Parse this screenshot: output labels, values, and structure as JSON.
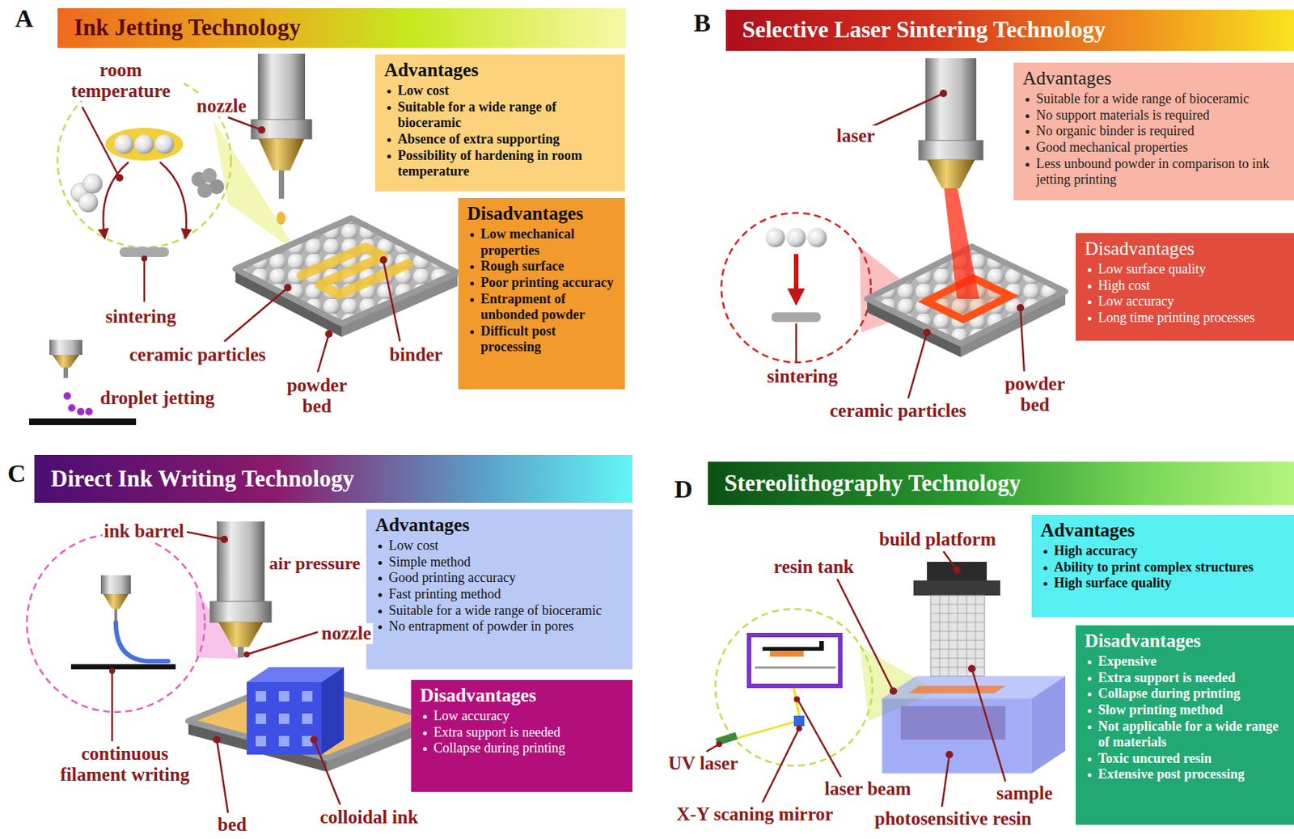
{
  "diagram": {
    "nodes": [
      {
        "text": [
          "Ink Jetting Technology"
        ]
      },
      {
        "text": [
          "Advantages",
          "Low cost",
          "Suitable for a wide range of bioceramic",
          "Absence of extra supporting",
          "Possibility of hardening in room temperature"
        ]
      },
      {
        "text": [
          "Disadvantages",
          "Low mechanical properties",
          "Rough surface",
          "Poor printing accuracy",
          "Entrapment of unbonded powder",
          "Difficult post processing"
        ]
      },
      {
        "text": [
          "Selective Laser Sintering Technology"
        ]
      },
      {
        "text": [
          "Advantages",
          "Suitable for a wide range of bioceramic",
          "No support materials is required",
          "No organic binder is required",
          "Good mechanical properties",
          "Less unbound powder in comparison to ink jetting printing"
        ]
      },
      {
        "text": [
          "Disadvantages",
          "Low surface quality",
          "High cost",
          "Low accuracy",
          "Long time printing processes"
        ]
      },
      {
        "text": [
          "Direct Ink Writing Technology"
        ]
      },
      {
        "text": [
          "Advantages",
          "Low cost",
          "Simple method",
          "Good printing accuracy",
          "Fast printing method",
          "Suitable for a wide range of bioceramic",
          "No entrapment of powder in pores"
        ]
      },
      {
        "text": [
          "Disadvantages",
          "Low accuracy",
          "Extra support is needed",
          "Collapse during printing"
        ]
      },
      {
        "text": [
          "Stereolithography Technology"
        ]
      },
      {
        "text": [
          "Advantages",
          "High accuracy",
          "Ability to print complex structures",
          "High surface quality"
        ]
      },
      {
        "text": [
          "Disadvantages",
          "Expensive",
          "Extra support is needed",
          "Collapse during printing",
          "Slow printing method",
          "Not applicable for a wide range of materials",
          "Toxic uncured resin",
          "Extensive post processing"
        ]
      }
    ],
    "labels": [
      "A",
      "room temperature",
      "nozzle",
      "sintering",
      "ceramic particles",
      "powder bed",
      "binder",
      "droplet jetting",
      "B",
      "laser",
      "sintering",
      "ceramic particles",
      "powder bed",
      "C",
      "ink barrel",
      "air pressure",
      "nozzle",
      "continuous filament writing",
      "bed",
      "colloidal ink",
      "D",
      "build platform",
      "resin tank",
      "UV laser",
      "laser beam",
      "X-Y scaning mirror",
      "sample",
      "photosensitive resin"
    ]
  }
}
